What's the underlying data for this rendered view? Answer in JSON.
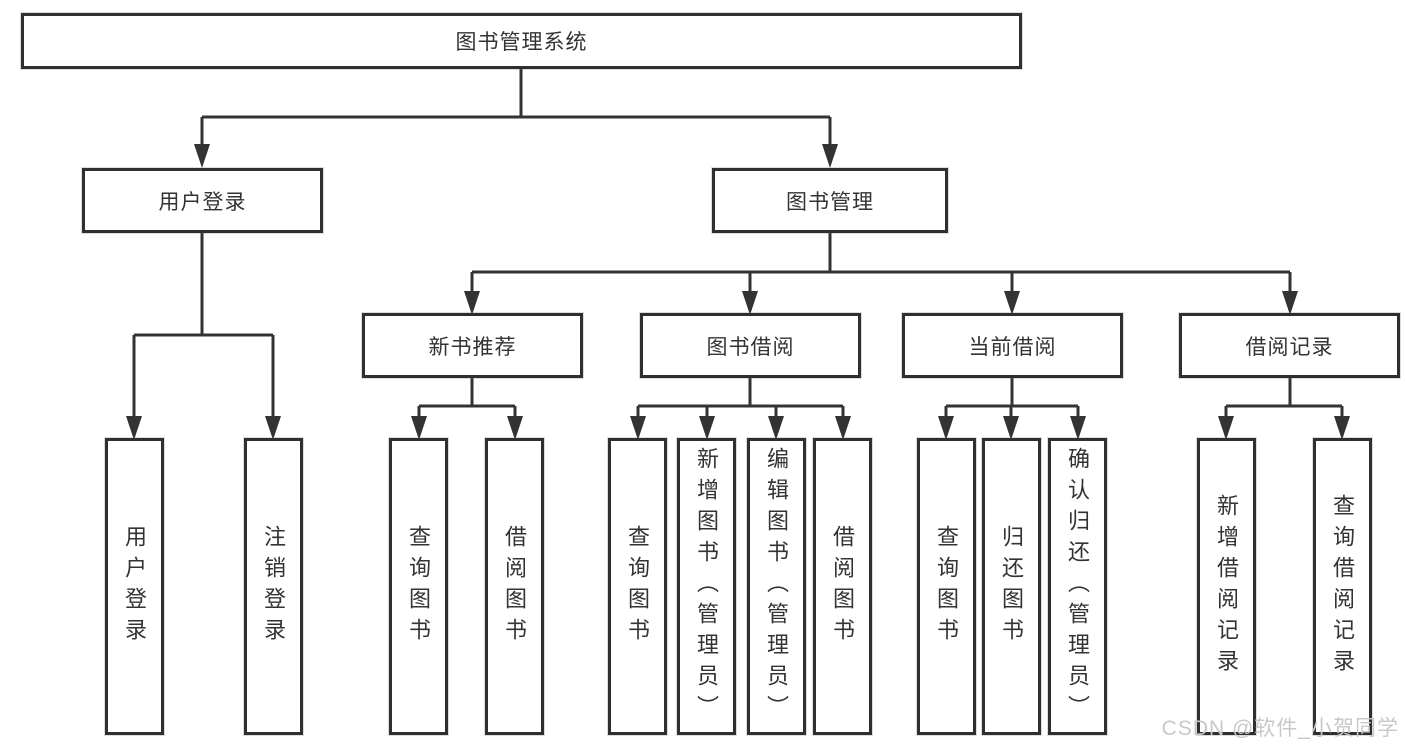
{
  "diagram": {
    "title": "图书管理系统",
    "level2": [
      "用户登录",
      "图书管理"
    ],
    "level3": [
      "新书推荐",
      "图书借阅",
      "当前借阅",
      "借阅记录"
    ],
    "leaves": [
      "用户登录",
      "注销登录",
      "查询图书",
      "借阅图书",
      "查询图书",
      "新增图书（管理员）",
      "编辑图书（管理员）",
      "借阅图书",
      "查询图书",
      "归还图书",
      "确认归还（管理员）",
      "新增借阅记录",
      "查询借阅记录"
    ]
  },
  "watermark": "CSDN @软件_小贺同学",
  "colors": {
    "line": "#333333",
    "box_border": "#2f2f2f",
    "text": "#333333",
    "watermark": "#c8c8c8",
    "background": "#ffffff"
  }
}
